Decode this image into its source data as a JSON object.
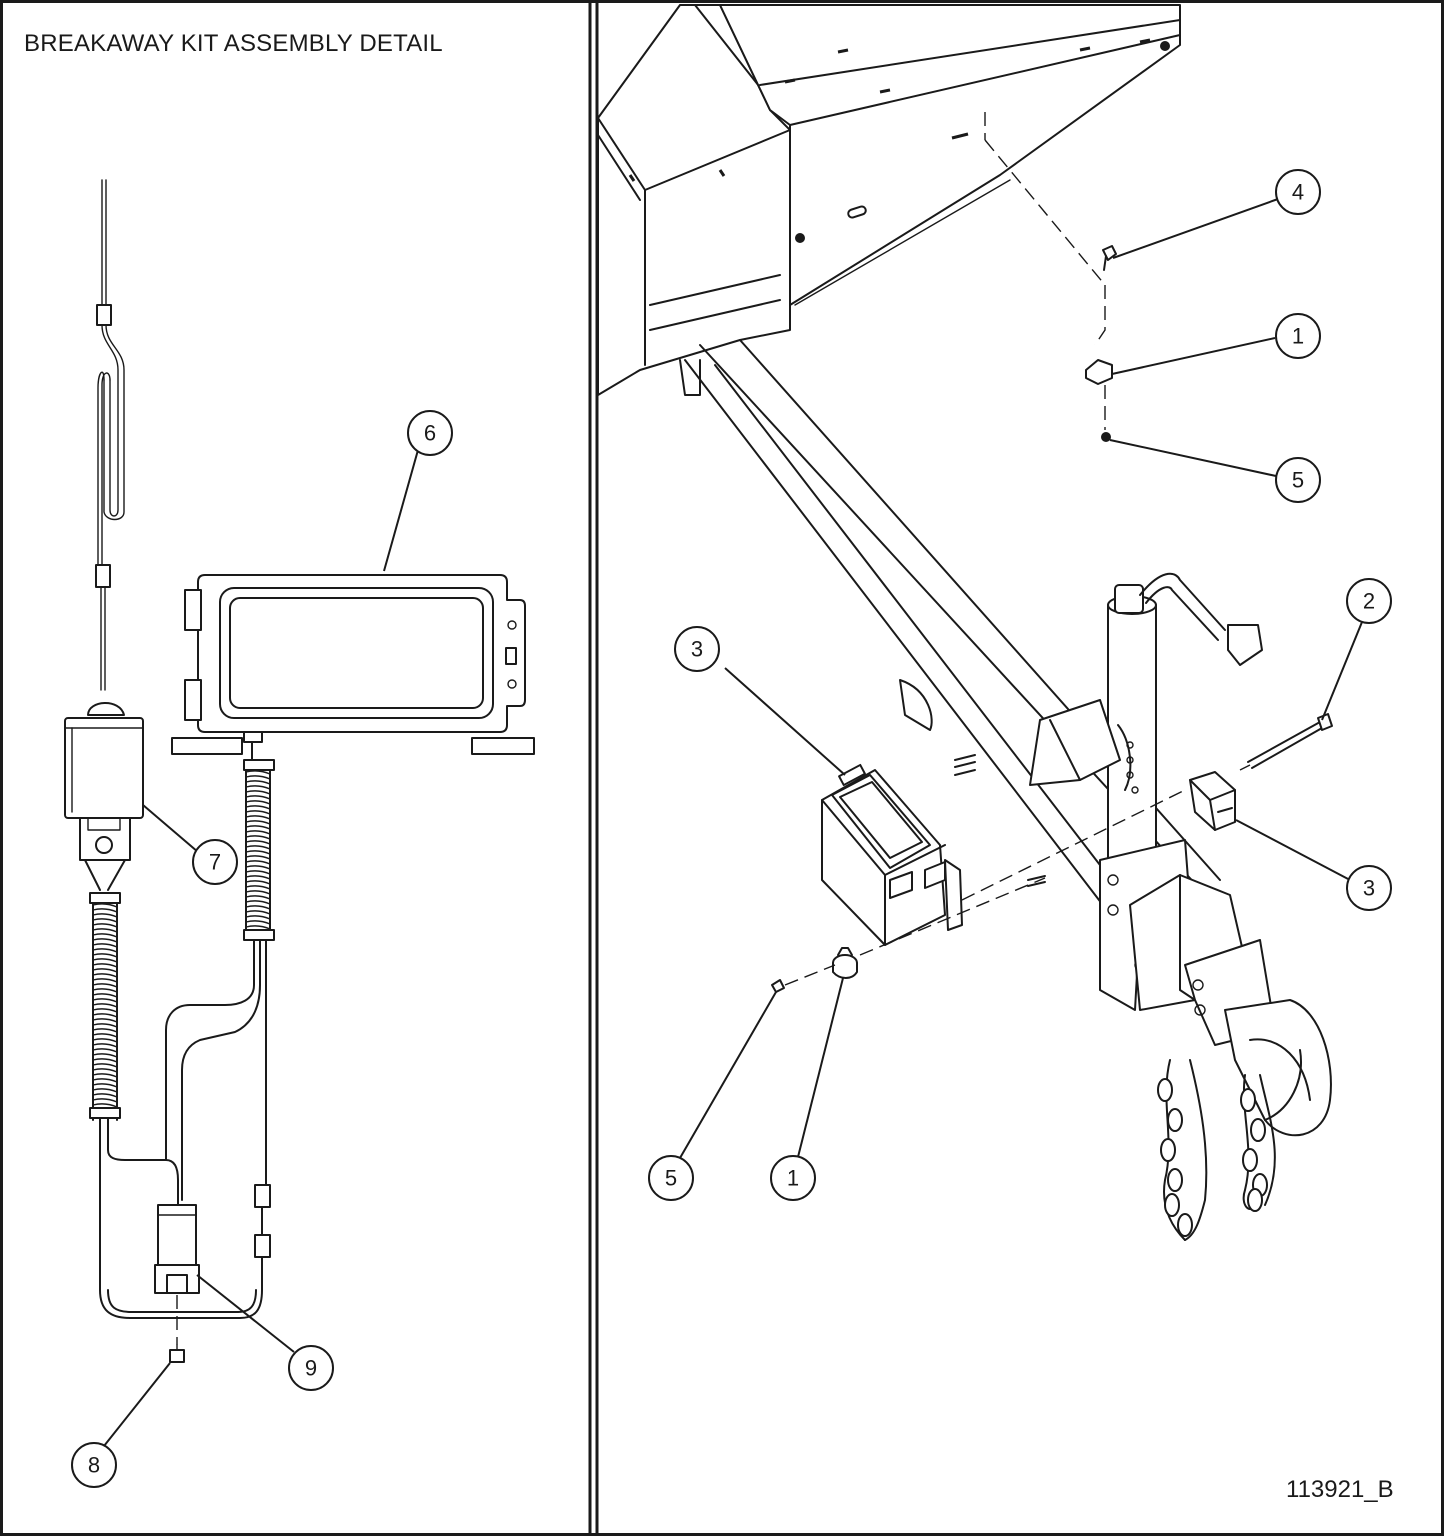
{
  "title": "BREAKAWAY KIT ASSEMBLY DETAIL",
  "drawing_number": "113921_B",
  "balloons_left": [
    {
      "id": "6",
      "label": "6"
    },
    {
      "id": "7",
      "label": "7"
    },
    {
      "id": "9",
      "label": "9"
    },
    {
      "id": "8",
      "label": "8"
    }
  ],
  "balloons_right": [
    {
      "id": "4",
      "label": "4"
    },
    {
      "id": "1a",
      "label": "1"
    },
    {
      "id": "5a",
      "label": "5"
    },
    {
      "id": "2",
      "label": "2"
    },
    {
      "id": "3a",
      "label": "3"
    },
    {
      "id": "3b",
      "label": "3"
    },
    {
      "id": "5b",
      "label": "5"
    },
    {
      "id": "1b",
      "label": "1"
    }
  ]
}
